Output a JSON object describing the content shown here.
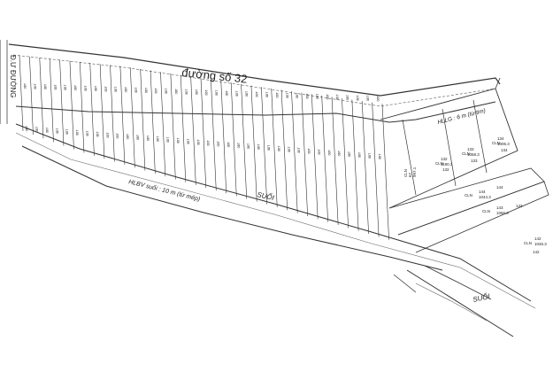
{
  "labels": {
    "road_main": "đường số 32",
    "road_side": "Đ.Ư ĐƯỜNG",
    "setback_road": "HLLG : 6 m (từ tim)",
    "setback_stream": "HLBV suối : 10 m (từ mép)",
    "stream_upper": "SUỐI",
    "stream_lower": "SUỐI"
  },
  "right_lots": [
    {
      "code": "CLN",
      "num": "67",
      "area": "997.1"
    },
    {
      "code": "CLN",
      "num": "132",
      "area": "1190.3"
    },
    {
      "code": "CLN",
      "num": "133",
      "area": "1058.3"
    },
    {
      "code": "CLN",
      "num": "134",
      "area": "1006.3"
    },
    {
      "code": "CLN",
      "num": "144",
      "area": "1044.3"
    },
    {
      "code": "CLN",
      "num": "143",
      "area": "1066.3"
    },
    {
      "code": "CLN",
      "num": "142",
      "area": "1046.3"
    }
  ],
  "right_lot_small_numbers": [
    "132",
    "133",
    "134",
    "144",
    "143",
    "142"
  ],
  "strip_lot_prefix": "ODT",
  "strip_lot_count": 36,
  "colors": {
    "line": "#333333",
    "thin": "#666666",
    "text_blue": "#2b3f8f"
  }
}
